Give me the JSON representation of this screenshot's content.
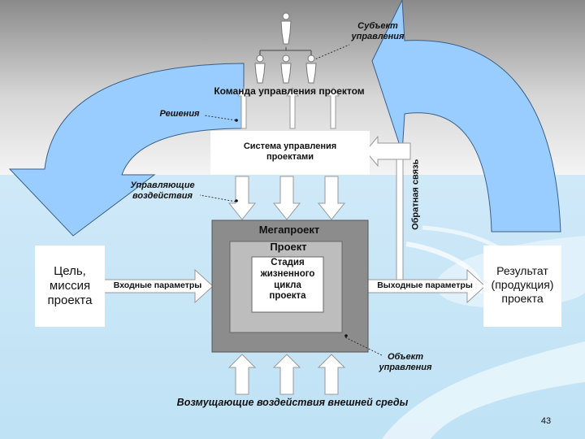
{
  "labels": {
    "subject": "Субъект\nуправления",
    "team": "Команда управления проектом",
    "decisions": "Решения",
    "system": "Система управления\nпроектами",
    "controls": "Управляющие\nвоздействия",
    "feedback": "Обратная связь",
    "goal": "Цель,\nмиссия\nпроекта",
    "inputs": "Входные параметры",
    "megaproject": "Мегапроект",
    "project": "Проект",
    "stage": "Стадия\nжизненного\nцикла\nпроекта",
    "outputs": "Выходные параметры",
    "result": "Результат\n(продукция)\nпроекта",
    "object": "Объект\nуправления",
    "disturbances": "Возмущающие воздействия внешней среды",
    "page_number": "43"
  },
  "colors": {
    "arrow_blue": "#99ccff",
    "mega_gray": "#8c8c8c",
    "project_gray": "#bdbdbd"
  },
  "icons": [
    "person-icon",
    "person-icon",
    "person-icon",
    "person-icon"
  ]
}
